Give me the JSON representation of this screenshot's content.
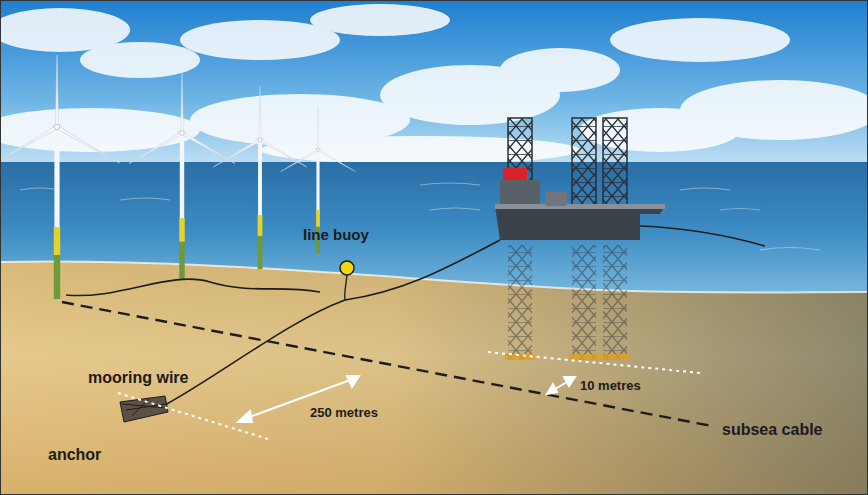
{
  "diagram": {
    "labels": [
      "line buoy",
      "mooring wire",
      "250 metres",
      "10 metres",
      "anchor",
      "subsea cable"
    ]
  }
}
